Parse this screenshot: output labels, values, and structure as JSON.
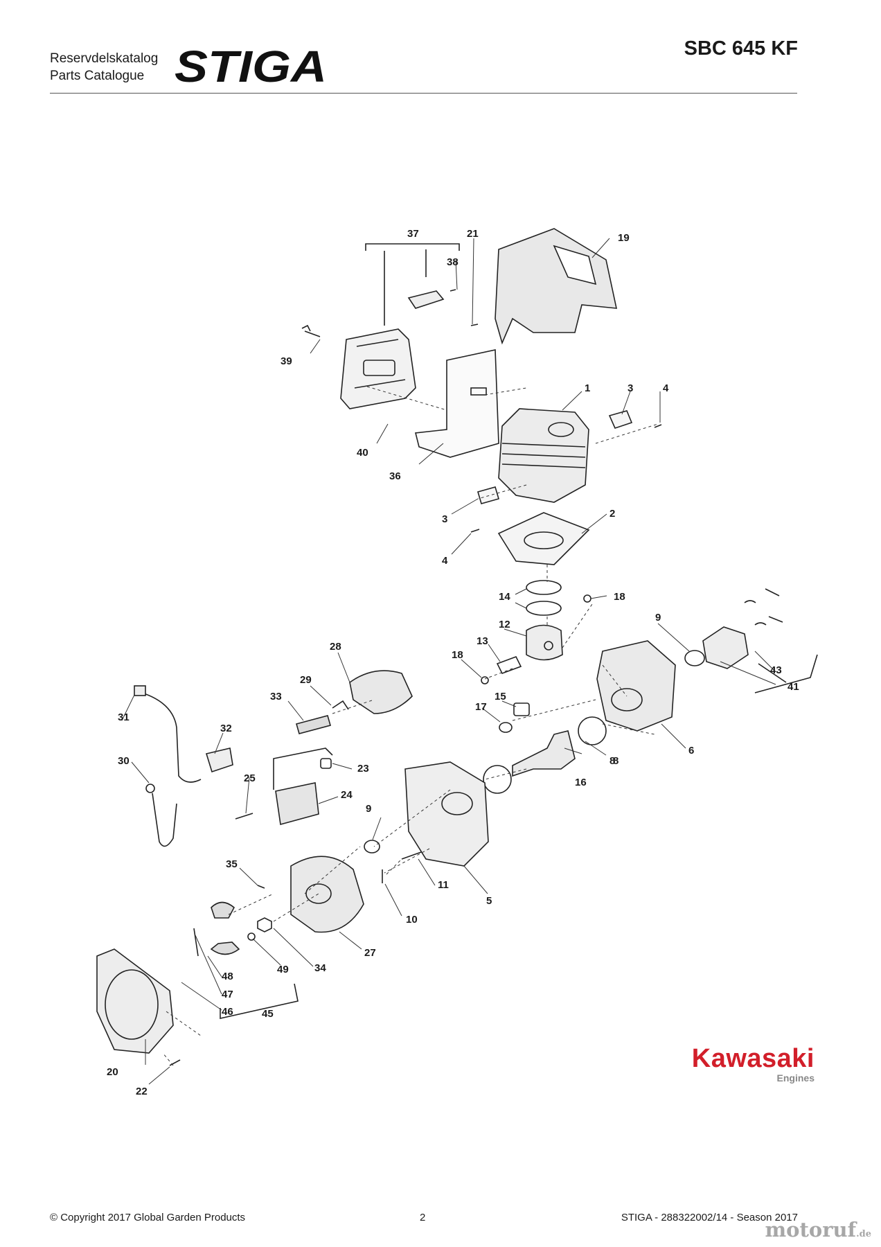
{
  "header": {
    "line1": "Reservdelskatalog",
    "line2": "Parts Catalogue",
    "logo_text": "STIGA",
    "model": "SBC 645 KF"
  },
  "brand": {
    "name": "Kawasaki",
    "sub": "Engines",
    "color": "#d21f2a"
  },
  "footer": {
    "copyright": "© Copyright 2017 Global Garden Products",
    "page": "2",
    "catalog": "STIGA - 288322002/14 - Season 2017"
  },
  "watermark": {
    "main": "motoruf",
    "suffix": ".de"
  },
  "callouts": [
    "37",
    "38",
    "21",
    "19",
    "39",
    "1",
    "3",
    "4",
    "40",
    "36",
    "3",
    "2",
    "4",
    "14",
    "18",
    "12",
    "13",
    "18",
    "9",
    "43",
    "41",
    "28",
    "29",
    "33",
    "31",
    "32",
    "15",
    "17",
    "6",
    "8",
    "30",
    "25",
    "23",
    "24",
    "16",
    "8",
    "9",
    "11",
    "5",
    "10",
    "35",
    "27",
    "34",
    "49",
    "48",
    "47",
    "46",
    "45",
    "20",
    "22"
  ]
}
